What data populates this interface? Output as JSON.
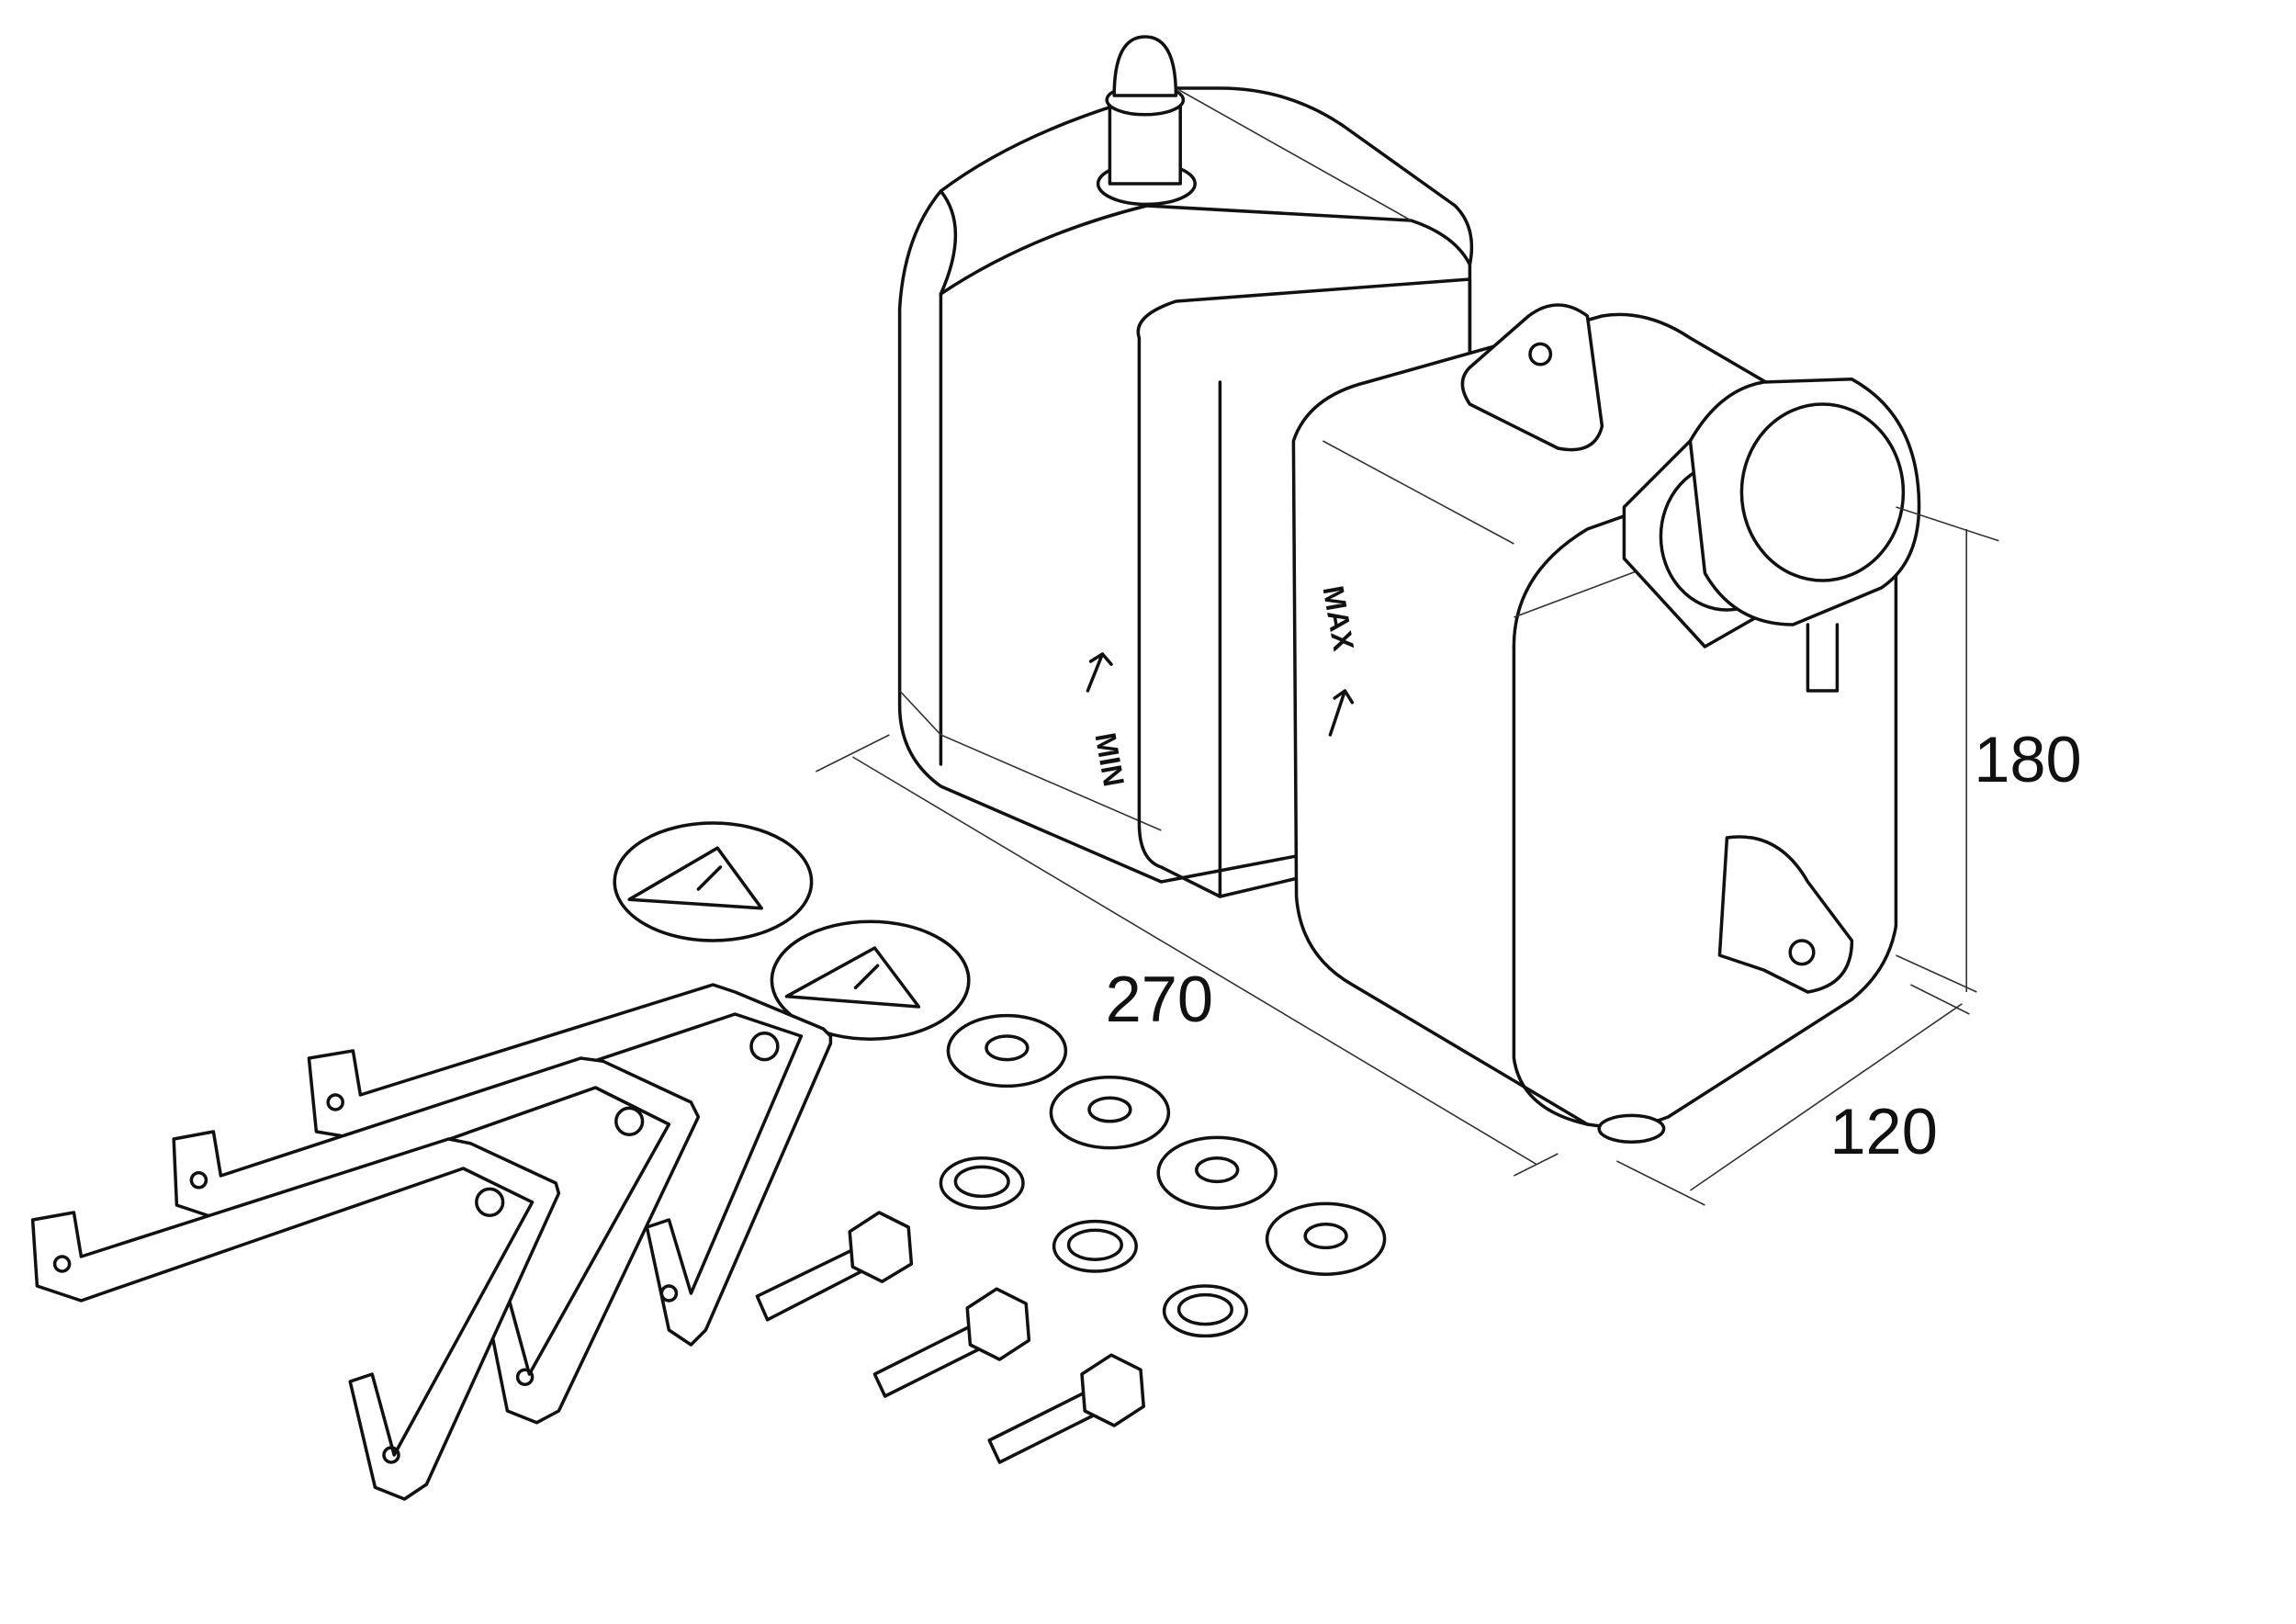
{
  "title": "Water tank assembly with mounting kit",
  "dimensions": {
    "height": "180",
    "length": "270",
    "width": "120"
  },
  "level_marks": {
    "max": "MAX",
    "min": "MIN"
  },
  "parts": [
    "tank",
    "filler-cap",
    "mounting-brackets",
    "warning-stickers",
    "washers",
    "bolts"
  ]
}
